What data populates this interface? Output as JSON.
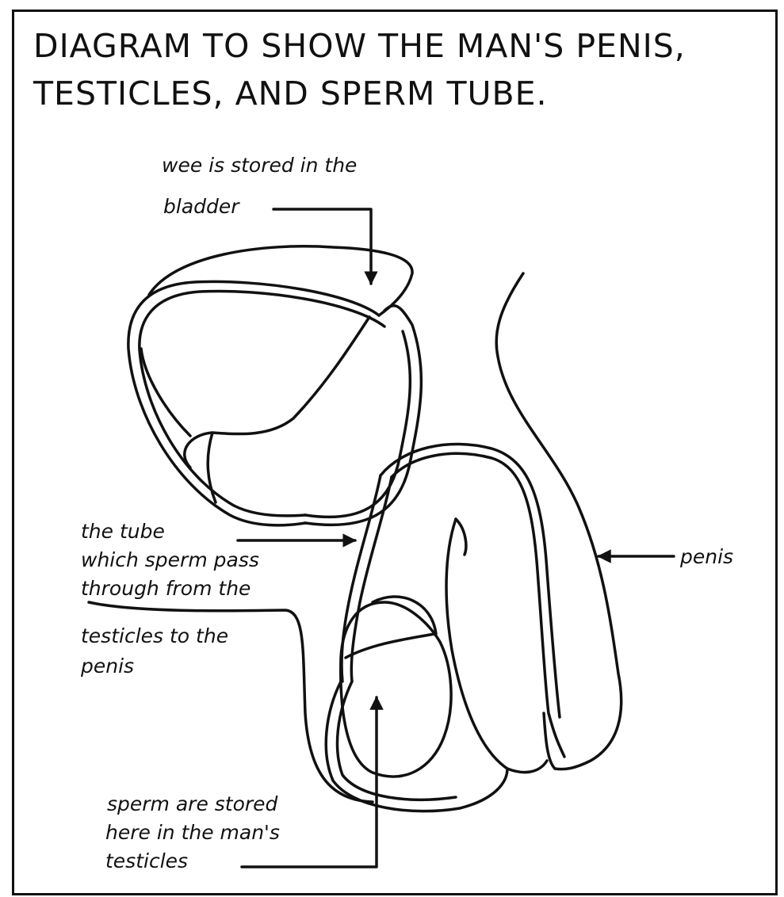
{
  "title": {
    "line1": "DIAGRAM TO SHOW THE MAN'S PENIS,",
    "line2": "TESTICLES, AND SPERM TUBE."
  },
  "labels": {
    "bladder": [
      "wee is stored in the",
      "bladder"
    ],
    "sperm_tube": [
      "the tube",
      "which sperm pass",
      "through from the",
      "testicles to the",
      "penis"
    ],
    "penis": "penis",
    "testicles": [
      "sperm are stored",
      "here in the man's",
      "testicles"
    ]
  }
}
